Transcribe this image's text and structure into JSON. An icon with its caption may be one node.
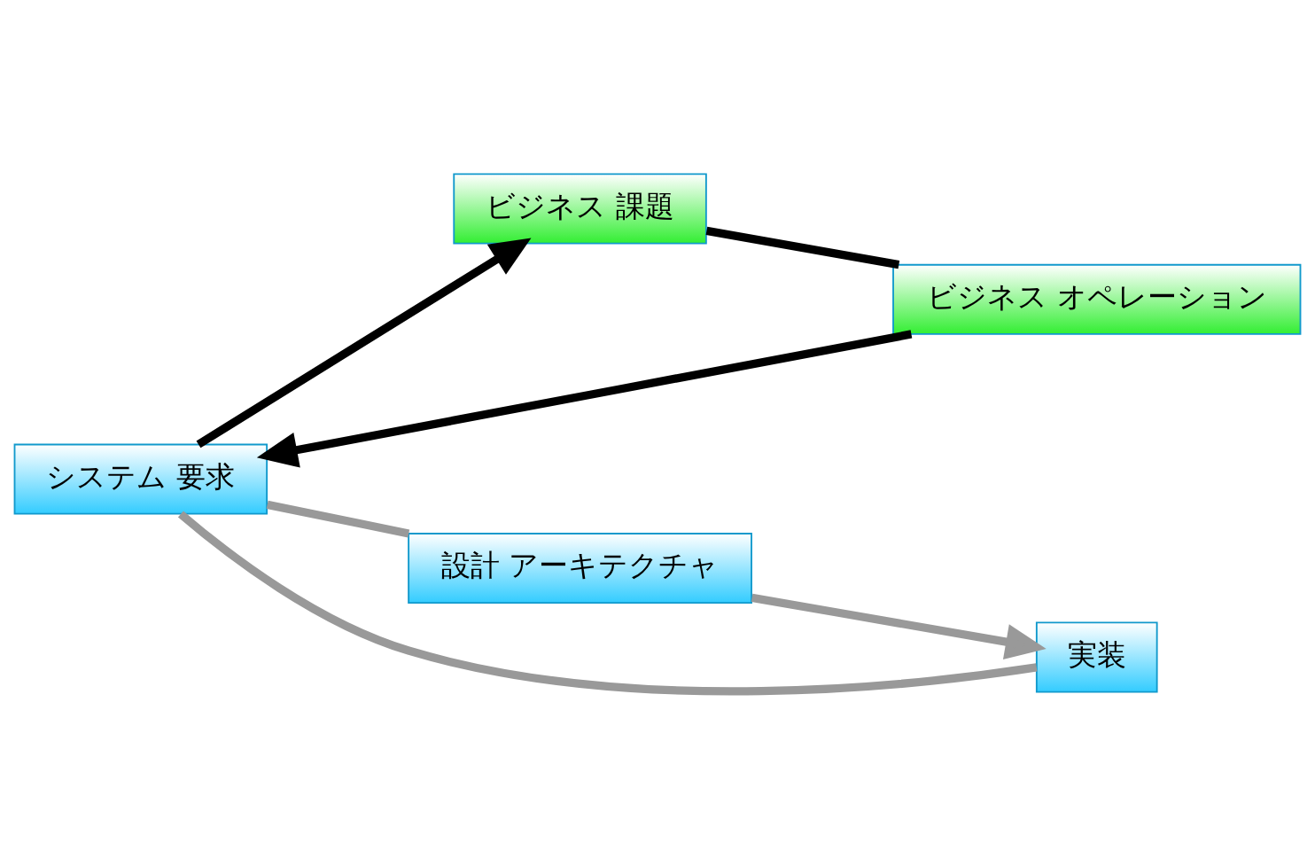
{
  "diagram": {
    "nodes": [
      {
        "text": [
          "システム 要求"
        ]
      },
      {
        "text": [
          "ビジネス 課題"
        ]
      },
      {
        "text": [
          "ビジネス オペレーション"
        ]
      },
      {
        "text": [
          "設計 アーキテクチャ"
        ]
      },
      {
        "text": [
          "実装"
        ]
      }
    ],
    "edges": [
      {
        "from": 0,
        "to": 1,
        "arrow": "to"
      },
      {
        "from": 1,
        "to": 2,
        "arrow": "none"
      },
      {
        "from": 2,
        "to": 0,
        "arrow": "to"
      },
      {
        "from": 0,
        "to": 3,
        "arrow": "none",
        "color": "#999999"
      },
      {
        "from": 3,
        "to": 4,
        "arrow": "to",
        "color": "#999999"
      },
      {
        "from": 4,
        "to": 0,
        "arrow": "none",
        "color": "#999999"
      }
    ]
  }
}
